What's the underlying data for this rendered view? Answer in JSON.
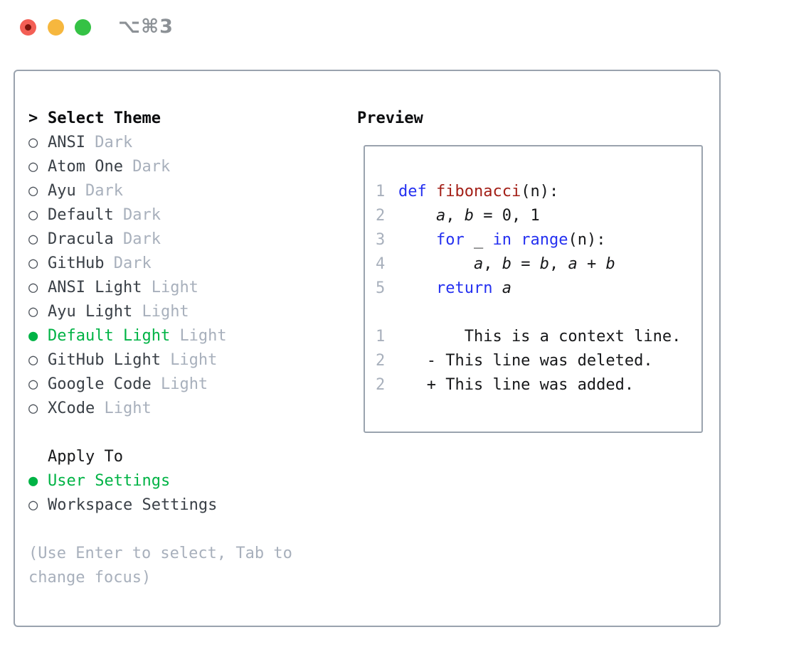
{
  "window": {
    "title": "⌥⌘3",
    "traffic_lights": [
      "close",
      "minimize",
      "zoom"
    ]
  },
  "colors": {
    "selection_green": "#00b345",
    "added_green": "#00bf2c",
    "deleted_red": "#c2331f",
    "keyword_blue": "#2430f0",
    "function_red": "#a31f17",
    "muted_gray": "#a8b0bc",
    "context_gray": "#8c9299",
    "border_gray": "#9aa3ae",
    "traffic_red": "#f35f55",
    "traffic_yellow": "#f6b73e",
    "traffic_green": "#35c245"
  },
  "theme_picker": {
    "header": {
      "prompt": ">",
      "label": "Select Theme"
    },
    "items": [
      {
        "marker": "○",
        "name": "ANSI",
        "variant": "Dark",
        "selected": false
      },
      {
        "marker": "○",
        "name": "Atom One",
        "variant": "Dark",
        "selected": false
      },
      {
        "marker": "○",
        "name": "Ayu",
        "variant": "Dark",
        "selected": false
      },
      {
        "marker": "○",
        "name": "Default",
        "variant": "Dark",
        "selected": false
      },
      {
        "marker": "○",
        "name": "Dracula",
        "variant": "Dark",
        "selected": false
      },
      {
        "marker": "○",
        "name": "GitHub",
        "variant": "Dark",
        "selected": false
      },
      {
        "marker": "○",
        "name": "ANSI Light",
        "variant": "Light",
        "selected": false
      },
      {
        "marker": "○",
        "name": "Ayu Light",
        "variant": "Light",
        "selected": false
      },
      {
        "marker": "●",
        "name": "Default Light",
        "variant": "Light",
        "selected": true
      },
      {
        "marker": "○",
        "name": "GitHub Light",
        "variant": "Light",
        "selected": false
      },
      {
        "marker": "○",
        "name": "Google Code",
        "variant": "Light",
        "selected": false
      },
      {
        "marker": "○",
        "name": "XCode",
        "variant": "Light",
        "selected": false
      }
    ],
    "apply_to": {
      "label": "Apply To",
      "options": [
        {
          "marker": "●",
          "name": "User Settings",
          "selected": true
        },
        {
          "marker": "○",
          "name": "Workspace Settings",
          "selected": false
        }
      ]
    },
    "hint_lines": [
      "(Use Enter to select, Tab to",
      "change focus)"
    ]
  },
  "preview": {
    "title": "Preview",
    "code_lines": [
      {
        "number": "1",
        "tokens": [
          {
            "t": "def",
            "c": "keyword"
          },
          {
            "t": " ",
            "c": "plain"
          },
          {
            "t": "fibonacci",
            "c": "function"
          },
          {
            "t": "(n):",
            "c": "plain"
          }
        ]
      },
      {
        "number": "2",
        "tokens": [
          {
            "t": "    ",
            "c": "plain"
          },
          {
            "t": "a",
            "c": "var"
          },
          {
            "t": ", ",
            "c": "plain"
          },
          {
            "t": "b",
            "c": "var"
          },
          {
            "t": " = 0, 1",
            "c": "plain"
          }
        ]
      },
      {
        "number": "3",
        "tokens": [
          {
            "t": "    ",
            "c": "plain"
          },
          {
            "t": "for",
            "c": "keyword"
          },
          {
            "t": " _ ",
            "c": "plain"
          },
          {
            "t": "in",
            "c": "keyword"
          },
          {
            "t": " ",
            "c": "plain"
          },
          {
            "t": "range",
            "c": "keyword"
          },
          {
            "t": "(n):",
            "c": "plain"
          }
        ]
      },
      {
        "number": "4",
        "tokens": [
          {
            "t": "        ",
            "c": "plain"
          },
          {
            "t": "a",
            "c": "var"
          },
          {
            "t": ", ",
            "c": "plain"
          },
          {
            "t": "b",
            "c": "var"
          },
          {
            "t": " = ",
            "c": "plain"
          },
          {
            "t": "b",
            "c": "var"
          },
          {
            "t": ", ",
            "c": "plain"
          },
          {
            "t": "a",
            "c": "var"
          },
          {
            "t": " + ",
            "c": "plain"
          },
          {
            "t": "b",
            "c": "var"
          }
        ]
      },
      {
        "number": "5",
        "tokens": [
          {
            "t": "    ",
            "c": "plain"
          },
          {
            "t": "return",
            "c": "keyword"
          },
          {
            "t": " ",
            "c": "plain"
          },
          {
            "t": "a",
            "c": "var"
          }
        ]
      }
    ],
    "diff_lines": [
      {
        "number": "1",
        "kind": "context",
        "text": "       This is a context line."
      },
      {
        "number": "2",
        "kind": "deleted",
        "text": "   - This line was deleted."
      },
      {
        "number": "2",
        "kind": "added",
        "text": "   + This line was added."
      }
    ]
  }
}
